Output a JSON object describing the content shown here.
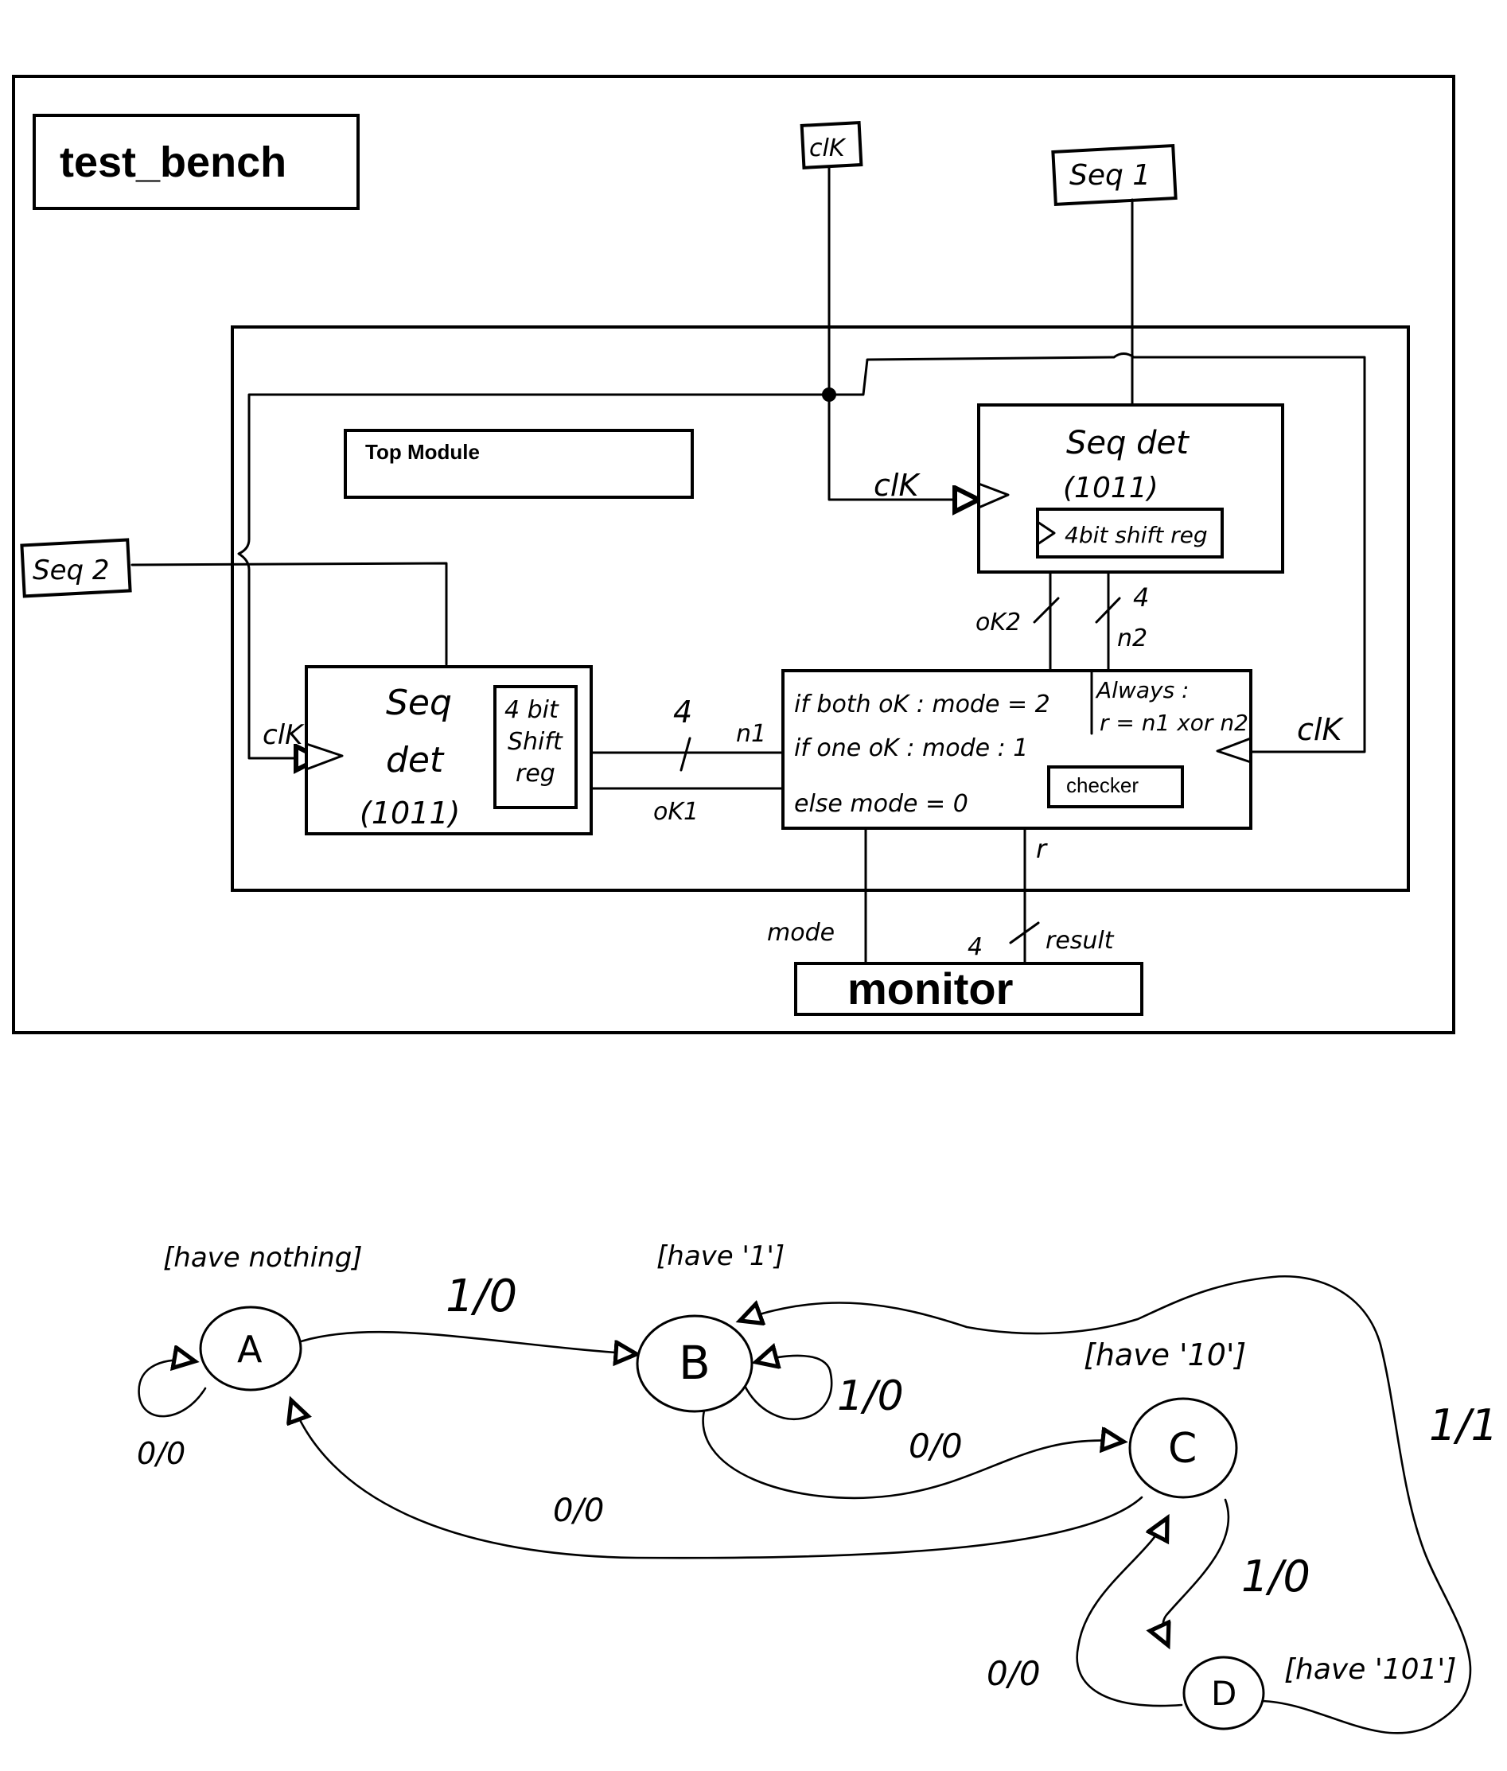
{
  "block_diagram": {
    "title": "test_bench",
    "top_module_label": "Top Module",
    "monitor_label": "monitor",
    "inputs": {
      "clk": "clK",
      "seq1": "Seq 1",
      "seq2": "Seq 2"
    },
    "detector1": {
      "line1": "Seq det",
      "line2": "(1011)",
      "inner": "4bit shift reg",
      "clk_label": "clK"
    },
    "detector2": {
      "line1": "Seq",
      "line2": "det",
      "line3": "(1011)",
      "inner1": "4 bit",
      "inner2": "Shift",
      "inner3": "reg",
      "clk_label": "clK"
    },
    "checker": {
      "label": "checker",
      "line1": "if both oK : mode = 2",
      "line2": "if one oK : mode : 1",
      "line3": "else   mode = 0",
      "always1": "Always :",
      "always2": "r = n1 xor n2",
      "clk_label": "clK"
    },
    "signals": {
      "ok2": "oK2",
      "width_n2": "4",
      "n2": "n2",
      "width_n1": "4",
      "n1": "n1",
      "ok1": "oK1",
      "r": "r",
      "mode": "mode",
      "width_result": "4",
      "result": "result"
    }
  },
  "state_diagram": {
    "states": [
      {
        "id": "A",
        "note": "[have nothing]"
      },
      {
        "id": "B",
        "note": "[have '1']"
      },
      {
        "id": "C",
        "note": "[have '10']"
      },
      {
        "id": "D",
        "note": "[have '101']"
      }
    ],
    "transitions": [
      {
        "from": "A",
        "to": "A",
        "label": "0/0"
      },
      {
        "from": "A",
        "to": "B",
        "label": "1/0"
      },
      {
        "from": "B",
        "to": "B",
        "label": "1/0"
      },
      {
        "from": "B",
        "to": "C",
        "label": "0/0"
      },
      {
        "from": "C",
        "to": "A",
        "label": "0/0"
      },
      {
        "from": "C",
        "to": "D",
        "label": "1/0"
      },
      {
        "from": "D",
        "to": "C",
        "label": "0/0"
      },
      {
        "from": "D",
        "to": "B",
        "label": "1/1"
      }
    ]
  }
}
